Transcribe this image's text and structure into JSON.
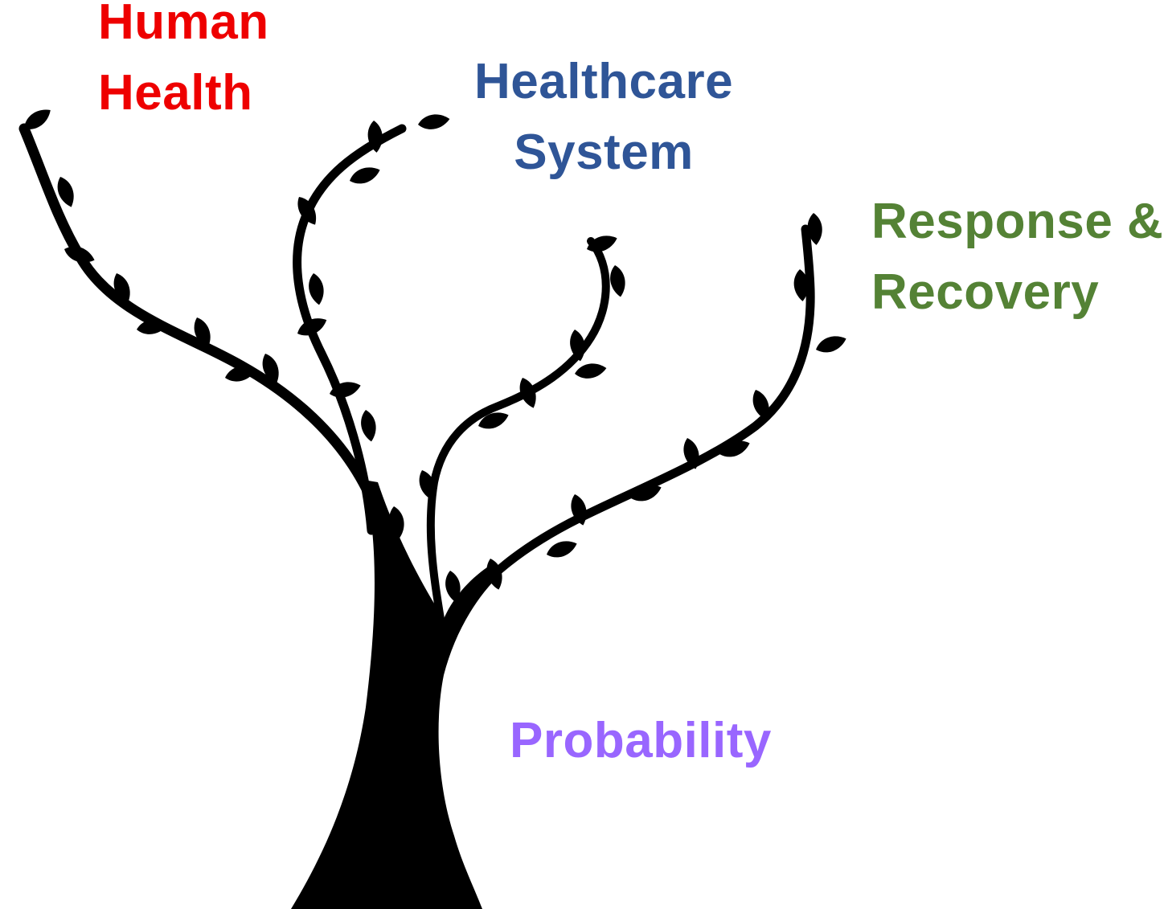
{
  "labels": {
    "human_health": {
      "line1": "Human",
      "line2": "Health",
      "color": "#ee0000"
    },
    "healthcare_system": {
      "line1": "Healthcare",
      "line2": "System",
      "color": "#2f5597"
    },
    "response_recovery": {
      "line1": "Response &",
      "line2": "Recovery",
      "color": "#548235"
    },
    "probability": {
      "line1": "Probability",
      "color": "#9966ff"
    }
  },
  "tree": {
    "icon": "tree-with-leaves-icon",
    "color": "#000000"
  }
}
